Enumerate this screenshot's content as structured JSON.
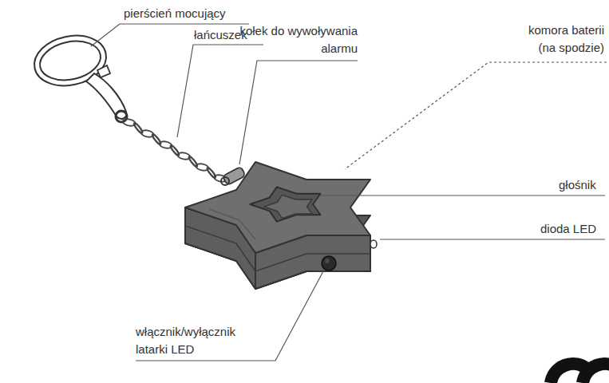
{
  "diagram": {
    "labels": [
      "pierścień mocujący",
      "łańcuszek",
      "kołek do wywoływania alarmu",
      "komora baterii (na spodzie)",
      "głośnik",
      "dioda LED",
      "włącznik/wyłącznik latarki LED"
    ]
  }
}
